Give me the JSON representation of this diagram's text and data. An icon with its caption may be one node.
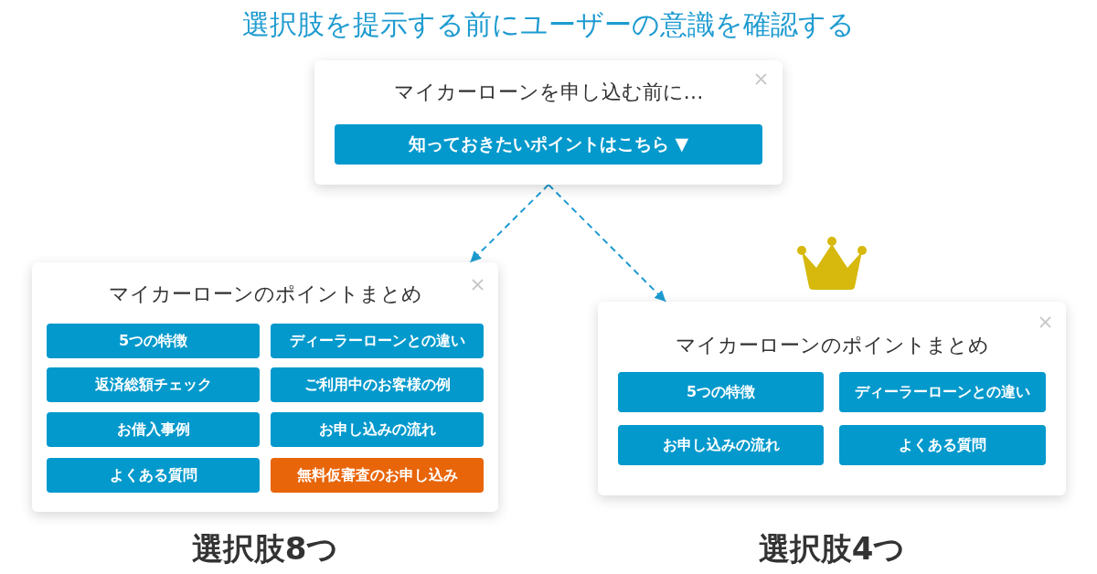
{
  "diagram": {
    "title": "選択肢を提示する前にユーザーの意識を確認する",
    "nodes": [
      {
        "text": [
          "マイカーローンを申し込む前に…"
        ]
      },
      {
        "text": [
          "知っておきたいポイントはこちら ▼"
        ],
        "in": 0
      },
      {
        "text": [
          "マイカーローンのポイントまとめ"
        ],
        "beside": [
          "選択肢8つ"
        ]
      },
      {
        "text": [
          "5つの特徴"
        ],
        "in": 2
      },
      {
        "text": [
          "ディーラーローンとの違い"
        ],
        "in": 2
      },
      {
        "text": [
          "返済総額チェック"
        ],
        "in": 2
      },
      {
        "text": [
          "ご利用中のお客様の例"
        ],
        "in": 2
      },
      {
        "text": [
          "お借入事例"
        ],
        "in": 2
      },
      {
        "text": [
          "お申し込みの流れ"
        ],
        "in": 2
      },
      {
        "text": [
          "よくある質問"
        ],
        "in": 2
      },
      {
        "text": [
          "無料仮審査のお申し込み"
        ],
        "in": 2
      },
      {
        "text": [
          "マイカーローンのポイントまとめ"
        ],
        "beside": [
          "選択肢4つ"
        ]
      },
      {
        "text": [
          "5つの特徴"
        ],
        "in": 11
      },
      {
        "text": [
          "ディーラーローンとの違い"
        ],
        "in": 11
      },
      {
        "text": [
          "お申し込みの流れ"
        ],
        "in": 11
      },
      {
        "text": [
          "よくある質問"
        ],
        "in": 11
      }
    ],
    "edges": [
      {
        "from": 0,
        "to": 2,
        "arrow": "to",
        "style": "dashed"
      },
      {
        "from": 0,
        "to": 11,
        "arrow": "to",
        "style": "dashed"
      }
    ]
  }
}
